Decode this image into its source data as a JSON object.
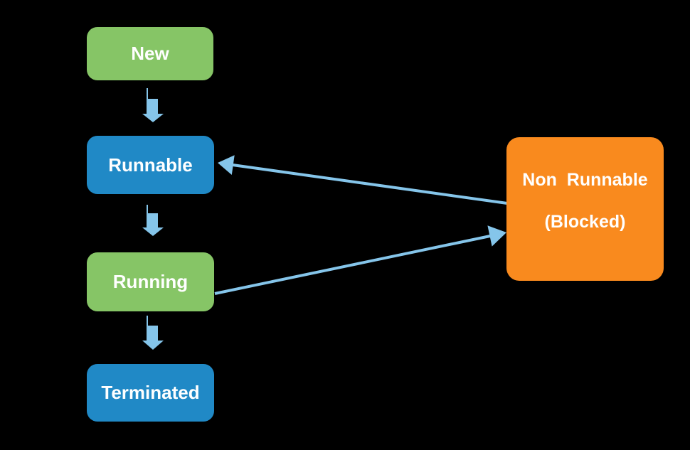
{
  "colors": {
    "background": "#000000",
    "node_green": "#86C566",
    "node_blue": "#2089C6",
    "node_orange": "#F98A1E",
    "arrow_blue": "#85C5EA",
    "label_text": "#FFFFFF"
  },
  "nodes": {
    "new": {
      "label": "New"
    },
    "runnable": {
      "label": "Runnable"
    },
    "running": {
      "label": "Running"
    },
    "terminated": {
      "label": "Terminated"
    },
    "non_runnable": {
      "line1": "Non  Runnable",
      "line2": "(Blocked)"
    }
  },
  "edges": [
    {
      "from": "New",
      "to": "Runnable",
      "style": "block-arrow-down"
    },
    {
      "from": "Runnable",
      "to": "Running",
      "style": "block-arrow-down"
    },
    {
      "from": "Running",
      "to": "Terminated",
      "style": "block-arrow-down"
    },
    {
      "from": "Running",
      "to": "Non Runnable (Blocked)",
      "style": "line-arrow"
    },
    {
      "from": "Non Runnable (Blocked)",
      "to": "Runnable",
      "style": "line-arrow"
    }
  ]
}
